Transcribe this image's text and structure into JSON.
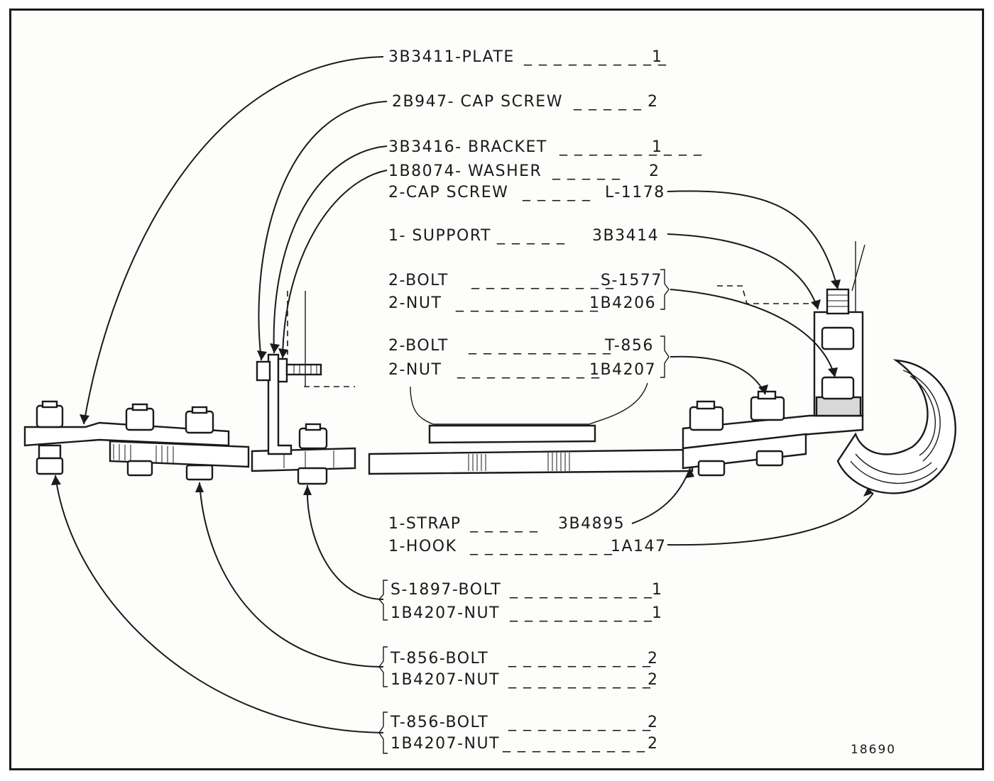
{
  "figure_number": "18690",
  "callouts": {
    "plate": "3B3411-PLATE",
    "plate_qty": "1",
    "cap_screw_2b": "2B947- CAP SCREW",
    "cap_screw_2b_qty": "2",
    "bracket": "3B3416- BRACKET",
    "bracket_qty": "1",
    "washer": "1B8074- WASHER",
    "washer_qty": "2",
    "cap_screw_l": "2-CAP SCREW",
    "cap_screw_l_part": "L-1178",
    "support": "1- SUPPORT",
    "support_part": "3B3414",
    "bolt_s1577": "2-BOLT",
    "bolt_s1577_part": "S-1577",
    "nut_1b4206": "2-NUT",
    "nut_1b4206_part": "1B4206",
    "bolt_t856": "2-BOLT",
    "bolt_t856_part": "T-856",
    "nut_1b4207": "2-NUT",
    "nut_1b4207_part": "1B4207",
    "strap": "1-STRAP",
    "strap_part": "3B4895",
    "hook": "1-HOOK",
    "hook_part": "1A147",
    "group1_bolt": "S-1897-BOLT",
    "group1_bolt_qty": "1",
    "group1_nut": "1B4207-NUT",
    "group1_nut_qty": "1",
    "group2_bolt": "T-856-BOLT",
    "group2_bolt_qty": "2",
    "group2_nut": "1B4207-NUT",
    "group2_nut_qty": "2",
    "group3_bolt": "T-856-BOLT",
    "group3_bolt_qty": "2",
    "group3_nut": "1B4207-NUT",
    "group3_nut_qty": "2"
  },
  "leader_fill": "_ _ _ _ _ _ _ _ _ _",
  "leader_fill_short": "_ _ _ _ _",
  "leader_fill_long": "_ _ _ _ _ _ _ _ _ _ _ _"
}
